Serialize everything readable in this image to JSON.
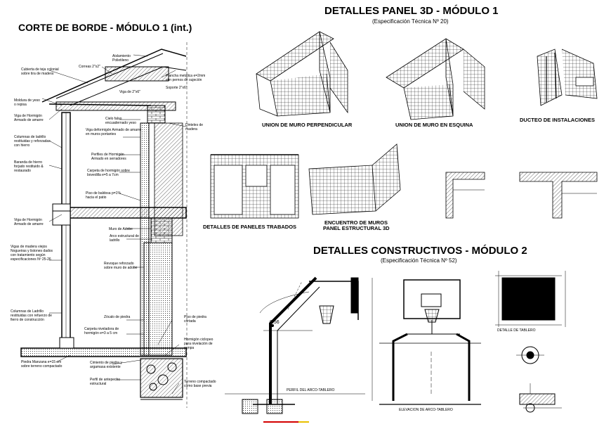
{
  "titles": {
    "corte": "CORTE DE BORDE - MÓDULO 1 (int.)",
    "panel": "DETALLES PANEL 3D - MÓDULO 1",
    "panel_spec": "(Especificación Técnica Nº 20)",
    "constructivos": "DETALLES CONSTRUCTIVOS - MÓDULO 2",
    "constructivos_spec": "(Especificación Técnica Nº 52)"
  },
  "captions": {
    "union_perpendicular": "UNION DE MURO PERPENDICULAR",
    "union_esquina": "UNION DE MURO EN ESQUINA",
    "ducteo": "DUCTEO DE INSTALACIONES",
    "paneles_trabados": "DETALLES DE PANELES TRABADOS",
    "encuentro_1": "ENCUENTRO DE MUROS",
    "encuentro_2": "PANEL ESTRUCTURAL 3D",
    "perfil": "PERFIL DEL ARCO-TABLERO",
    "elevacion": "ELEVACION DE ARCO-TABLERO",
    "detalle_tablero": "DETALLE DE TABLERO"
  },
  "dimension": "0.56",
  "section_labels": {
    "aislamiento": "Aislamiento Polietileno",
    "cubierta": "Cubierta de teja colonial sobre tira de madera",
    "correas": "Correas 2\"x2\"",
    "plancha": "Plancha metálica e=2mm con pernos de sujeción",
    "soporte": "Soporte 2\"x6\"",
    "viga_madera": "Viga de 2\"x6\"",
    "moldura": "Moldura de yeso o repisa",
    "viga_hormigon_1": "Viga de Hormigón Armado de amarre",
    "cielo_falso": "Cielo falso encuadernado yeso",
    "viga_deformigon": "Viga deformigón Armado de amarre en muros portantes",
    "dinteles": "Dinteles de madera",
    "columnas_1": "Columnas de ladrillo restituidas y reforzadas con hierro",
    "perfiles": "Perfiles de Hormigón Armado en serradores",
    "baranda": "Baranda de hierro forjado restituido & restaurado",
    "carpeta": "Carpeta de hormigón sobre bovedilla e=5 a 7cm",
    "piso_baldosa": "Piso de baldosa p=1% hacia el patio",
    "viga_hormigon_2": "Viga de Hormigón Armado de amarre",
    "muro_adobe": "Muro de Adobe",
    "arco_estructural": "Arco estructural de ladrillo",
    "vigas_madera": "Vigas de madera viejos Nogueiras y listones dados con tratamiento según especificaciones Nº 25-26",
    "revoque": "Revoque reforzado sobre muro de adobe",
    "columnas_2": "Columnas de Ladrillo restituidas con refuerzo de fierro de construcción",
    "zocalo": "Zócalo de piedra",
    "piso_piedra": "Piso de piedra cortada",
    "carpeta_niveladora": "Carpeta niveladora de hormigón e=3 a 5 cm",
    "hormigon_ciclopeo": "Hormigón ciclopeo para nivelación de rampa",
    "piedra_manzana": "Piedra Manzana e=15 cm sobre terreno compactado",
    "cimiento": "Cimiento de piedra y argamasa existente",
    "perfil_antepecho": "Perfil de antepecho estructural",
    "terreno": "Terreno compactado como base previa"
  },
  "colors": {
    "line": "#000000",
    "accent_red": "#d40000",
    "accent_yellow": "#e8c000"
  }
}
